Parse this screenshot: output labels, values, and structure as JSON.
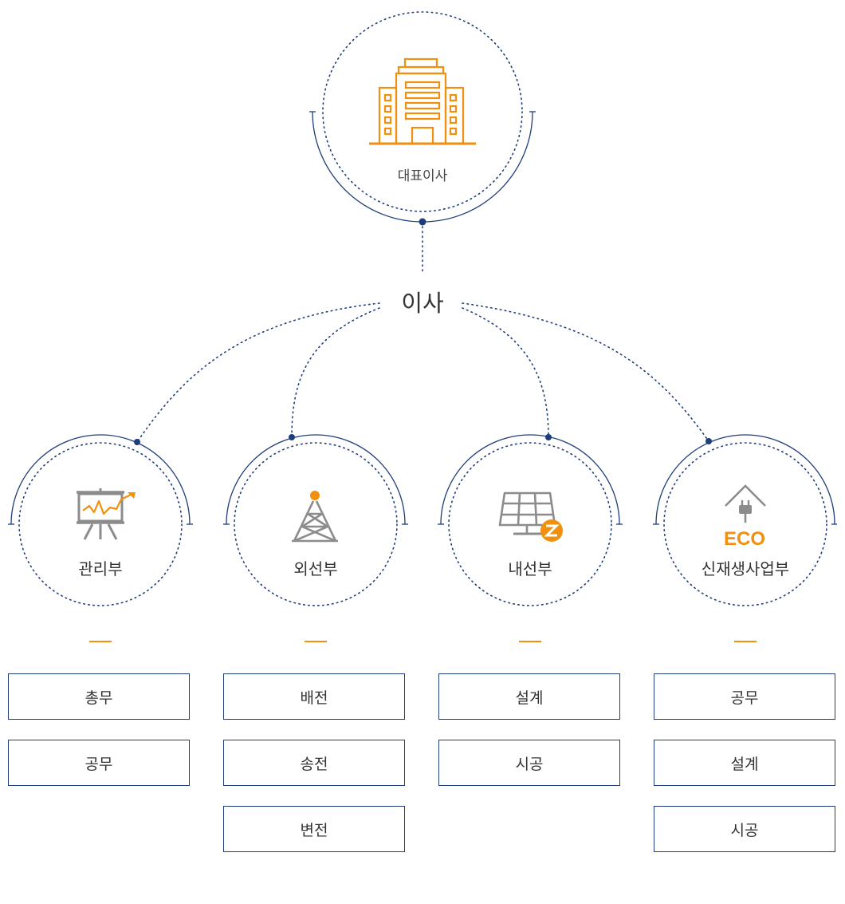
{
  "colors": {
    "navy": "#1f3d7a",
    "orange": "#f0900e",
    "gray": "#8c8c8c"
  },
  "top": {
    "label": "대표이사",
    "icon": "office-building-icon"
  },
  "board": {
    "label": "이사"
  },
  "departments": [
    {
      "name": "관리부",
      "icon": "presentation-chart-icon",
      "teams": [
        "총무",
        "공무"
      ]
    },
    {
      "name": "외선부",
      "icon": "transmission-tower-icon",
      "teams": [
        "배전",
        "송전",
        "변전"
      ]
    },
    {
      "name": "내선부",
      "icon": "solar-panel-icon",
      "teams": [
        "설계",
        "시공"
      ]
    },
    {
      "name": "신재생사업부",
      "icon": "eco-plug-icon",
      "eco_text": "ECO",
      "teams": [
        "공무",
        "설계",
        "시공"
      ]
    }
  ]
}
